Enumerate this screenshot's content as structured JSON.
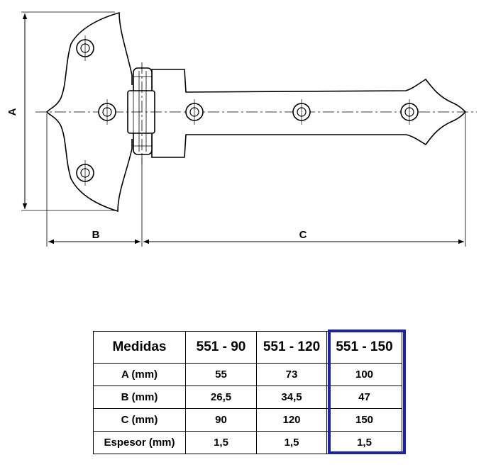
{
  "diagram": {
    "labels": {
      "a": "A",
      "b": "B",
      "c": "C"
    }
  },
  "table": {
    "header": [
      "Medidas",
      "551 - 90",
      "551 - 120",
      "551 - 150"
    ],
    "rows": [
      [
        "A (mm)",
        "55",
        "73",
        "100"
      ],
      [
        "B (mm)",
        "26,5",
        "34,5",
        "47"
      ],
      [
        "C (mm)",
        "90",
        "120",
        "150"
      ],
      [
        "Espesor (mm)",
        "1,5",
        "1,5",
        "1,5"
      ]
    ],
    "highlight_column": 3,
    "highlight_color": "#1a23a8"
  }
}
